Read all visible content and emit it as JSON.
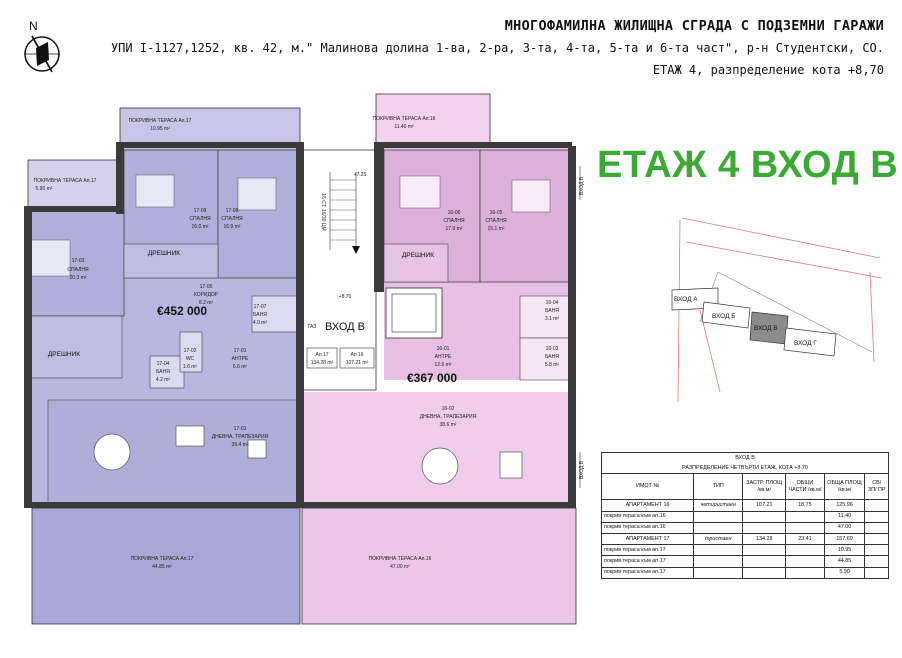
{
  "header": {
    "line1": "МНОГОФАМИЛНА ЖИЛИЩНА СГРАДА С ПОДЗЕМНИ ГАРАЖИ",
    "line2": "УПИ I-1127,1252,  кв. 42, м.\" Малинова долина 1-ва, 2-ра, 3-та, 4-та, 5-та и 6-та част\", р-н Студентски, СО.",
    "line3": "ЕТАЖ 4, разпределение кота +8,70"
  },
  "big_title": "ЕТАЖ 4 ВХОД В",
  "compass": {
    "letter": "N"
  },
  "plan": {
    "apt17": {
      "price": "€452 000",
      "terrace_top": {
        "name": "ПОКРИВНА ТЕРАСА Ап.17",
        "area": "10.95 m²"
      },
      "terrace_left": {
        "name": "ПОКРИВНА ТЕРАСА Ап.17",
        "area": "5.90 m²"
      },
      "terrace_bottom": {
        "name": "ПОКРИВНА ТЕРАСА Ап.17",
        "area": "44.85 m²"
      },
      "rooms": {
        "bed1": {
          "code": "17-03",
          "name": "СПАЛНЯ",
          "area": "20.3 m²"
        },
        "bed2": {
          "code": "17-09",
          "name": "СПАЛНЯ",
          "area": "16.0 m²"
        },
        "bed3": {
          "code": "17-08",
          "name": "СПАЛНЯ",
          "area": "16.9 m²"
        },
        "wardrobe1": "ДРЕШНИК",
        "wardrobe2": "ДРЕШНИК",
        "corridor": {
          "code": "17-05",
          "name": "КОРИДОР",
          "area": "8.2 m²"
        },
        "bath1": {
          "code": "17-07",
          "name": "БАНЯ",
          "area": "4.0 m²"
        },
        "bath2": {
          "code": "17-04",
          "name": "БАНЯ",
          "area": "4.2 m²"
        },
        "wc": {
          "code": "17-02",
          "name": "WC",
          "area": "1.6 m²"
        },
        "hall": {
          "code": "17-01",
          "name": "АНТРЕ",
          "area": "6.6 m²"
        },
        "living": {
          "code": "17-01",
          "name": "ДНЕВНА, ТРАПЕЗАРИЯ",
          "area": "39.4 m²"
        }
      },
      "tag_label": "Ап.17",
      "tag_area": "134.28 m²"
    },
    "apt16": {
      "price": "€367 000",
      "terrace_top": {
        "name": "ПОКРИВНА ТЕРАСА Ап.16",
        "area": "11.40 m²"
      },
      "terrace_bottom": {
        "name": "ПОКРИВНА ТЕРАСА Ап.16",
        "area": "47.00 m²"
      },
      "rooms": {
        "bed1": {
          "code": "16-06",
          "name": "СПАЛНЯ",
          "area": "17.9 m²"
        },
        "bed2": {
          "code": "16-05",
          "name": "СПАЛНЯ",
          "area": "15.1 m²"
        },
        "wardrobe": "ДРЕШНИК",
        "bath1": {
          "code": "16-04",
          "name": "БАНЯ",
          "area": "3.1 m²"
        },
        "bath2": {
          "code": "16-03",
          "name": "БАНЯ",
          "area": "5.8 m²"
        },
        "hall": {
          "code": "16-01",
          "name": "АНТРЕ",
          "area": "12.6 m²"
        },
        "living": {
          "code": "16-02",
          "name": "ДНЕВНА, ТРАПЕЗАРИЯ",
          "area": "38.6 m²"
        }
      },
      "tag_label": "Ап.16",
      "tag_area": "107.21 m²"
    },
    "entrance": "ВХОД В",
    "stair_label": "16 СТ. 16/30 ЦМ",
    "level_top": "+7.25",
    "level_mid": "+8.70",
    "gaz": "ГАЗ",
    "side_mark_top": "ВХОД В",
    "side_mark_bottom": "ВХОД В"
  },
  "site": {
    "labels": [
      "ВХОД А",
      "ВХОД Б",
      "ВХОД В",
      "ВХОД Г"
    ]
  },
  "table": {
    "caption1": "ВХОД В",
    "caption2": "РАЗПРЕДЕЛЕНИЕ ЧЕТВЪРТИ ЕТАЖ, КОТА +8.70",
    "headers": {
      "property": "ИМОТ №",
      "type": "ТИП",
      "built": "ЗАСТР. ПЛОЩ /кв.м/",
      "common": "ОБЩИ ЧАСТИ /кв.м/",
      "total": "ОБЩА ПЛОЩ /кв.м/",
      "cb": "СВ/ ЗП/ ПР"
    },
    "rows": [
      {
        "name": "АПАРТАМЕНТ 16",
        "type": "четиристаен",
        "built": "107.21",
        "common": "18.75",
        "total": "125.96"
      },
      {
        "name": "покрив тераса към ап.16",
        "type": "",
        "built": "",
        "common": "",
        "total": "11.40"
      },
      {
        "name": "покрив тераса към ап.16",
        "type": "",
        "built": "",
        "common": "",
        "total": "47.00"
      },
      {
        "name": "АПАРТАМЕНТ 17",
        "type": "тристаен",
        "built": "134.28",
        "common": "23.41",
        "total": "157.69"
      },
      {
        "name": "покрив тераса към ап.17",
        "type": "",
        "built": "",
        "common": "",
        "total": "10.95"
      },
      {
        "name": "покрив тераса към ап.17",
        "type": "",
        "built": "",
        "common": "",
        "total": "44.85"
      },
      {
        "name": "покрив тераса към ап.17",
        "type": "",
        "built": "",
        "common": "",
        "total": "5.90"
      }
    ]
  }
}
